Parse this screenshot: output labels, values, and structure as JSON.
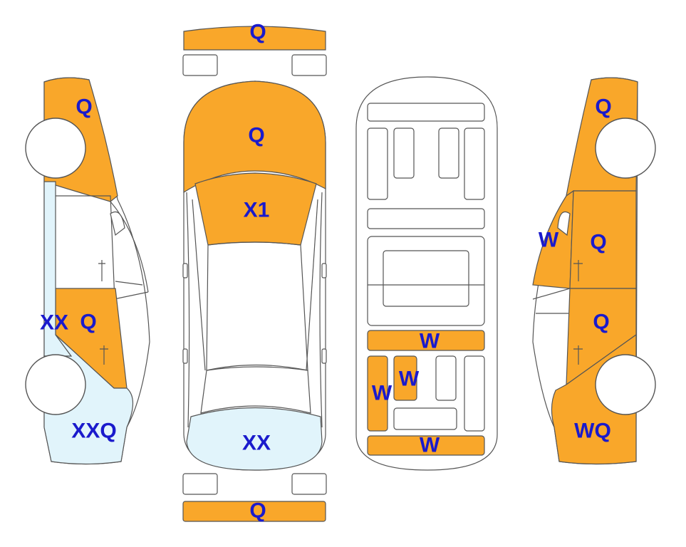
{
  "colors": {
    "damage_fill": "#f9a72a",
    "scratch_fill": "#e1f4fb",
    "label_text": "#1a1acc"
  },
  "front_bumper": {
    "label": "Q"
  },
  "rear_bumper": {
    "label": "Q"
  },
  "left_side": {
    "front_fender": "Q",
    "rear_door": "Q",
    "rocker": "XX",
    "rear_quarter": "XXQ"
  },
  "top_view": {
    "hood": "Q",
    "windshield": "X1",
    "trunk": "XX"
  },
  "interior": {
    "rear_row": "W",
    "left_seat": "W",
    "center_seat": "W",
    "cargo": "W"
  },
  "right_side": {
    "mirror_area": "W",
    "front_door": "Q",
    "rear_door": "Q",
    "rear_quarter": "WQ",
    "front_fender": "Q"
  }
}
